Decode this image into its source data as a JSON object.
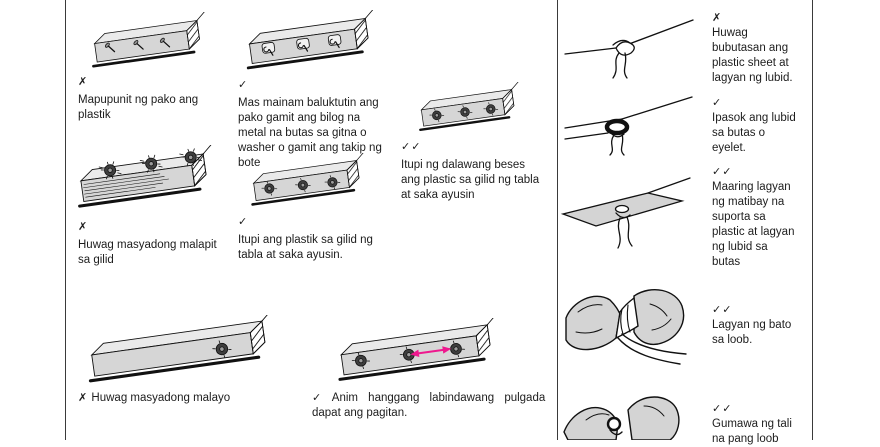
{
  "colors": {
    "accent_pink": "#ee188e",
    "ink": "#111111",
    "beam_fill": "#d6d6d6",
    "beam_top": "#eaeaea",
    "sheet_fill": "#d4d4d4"
  },
  "left_panel": {
    "items": [
      {
        "mark": "✗",
        "caption": "Mapupunit ng pako ang\nplastik"
      },
      {
        "mark": "✓",
        "caption": "Mas mainam baluktutin ang\npako gamit ang bilog na\nmetal na butas sa gitna o\nwasher o gamit ang takip ng\nbote"
      },
      {
        "mark": "✓✓",
        "caption": "Itupi ng dalawang beses\nang plastic sa gilid ng tabla\nat saka ayusin"
      },
      {
        "mark": "✗",
        "caption": "Huwag masyadong malapit\nsa gilid"
      },
      {
        "mark": "✓",
        "caption": "Itupi ang plastik sa gilid ng\ntabla at saka ayusin."
      },
      {
        "mark": "✗",
        "caption": "Huwag masyadong malayo"
      },
      {
        "mark": "✓",
        "caption_line1": "Anim hanggang labindawang pulgada",
        "caption_line2": "dapat ang pagitan."
      }
    ]
  },
  "right_panel": {
    "items": [
      {
        "mark": "✗",
        "caption": "Huwag\nbubutasan ang\nplastic sheet at\nlagyan ng lubid."
      },
      {
        "mark": "✓",
        "caption": "Ipasok ang lubid\nsa butas o\neyelet."
      },
      {
        "mark": "✓✓",
        "caption": "Maaring lagyan\nng matibay na\nsuporta sa\nplastic at lagyan\nng lubid sa\nbutas"
      },
      {
        "mark": "✓✓",
        "caption": "Lagyan ng bato\nsa loob."
      },
      {
        "mark": "✓✓",
        "caption": "Gumawa ng tali\nna pang loob"
      }
    ]
  }
}
